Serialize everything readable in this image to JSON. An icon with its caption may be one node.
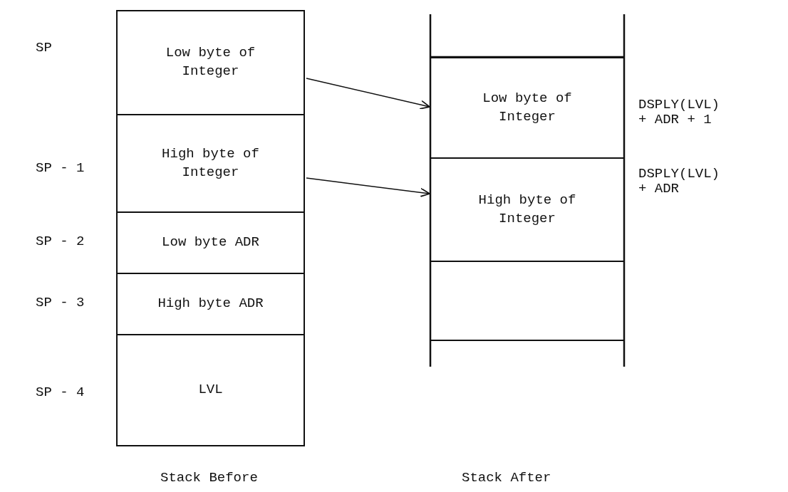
{
  "diagram": {
    "nodes": [
      {
        "text": [
          "Low byte of Integer"
        ]
      },
      {
        "text": [
          "High byte of Integer"
        ],
        "beside": [
          "SP - 1"
        ]
      },
      {
        "text": [
          "Low byte ADR"
        ],
        "beside": [
          "SP - 2"
        ]
      },
      {
        "text": [
          "High byte ADR"
        ],
        "beside": [
          "SP - 3"
        ]
      },
      {
        "text": [
          "LVL"
        ],
        "beside": [
          "SP - 4"
        ]
      },
      {
        "text": [
          "Low byte of Integer"
        ],
        "beside": [
          "DSPLY(LVL) + ADR + 1"
        ]
      },
      {
        "text": [
          "High byte of Integer"
        ],
        "beside": [
          "DSPLY(LVL) + ADR"
        ]
      },
      {
        "text": [],
        "shape": "box"
      }
    ],
    "edges": [
      {
        "from": 0,
        "to": 5,
        "arrow": "to"
      },
      {
        "from": 1,
        "to": 6,
        "arrow": "to"
      }
    ],
    "labels": [
      "SP",
      "Stack Before",
      "Stack After"
    ]
  }
}
